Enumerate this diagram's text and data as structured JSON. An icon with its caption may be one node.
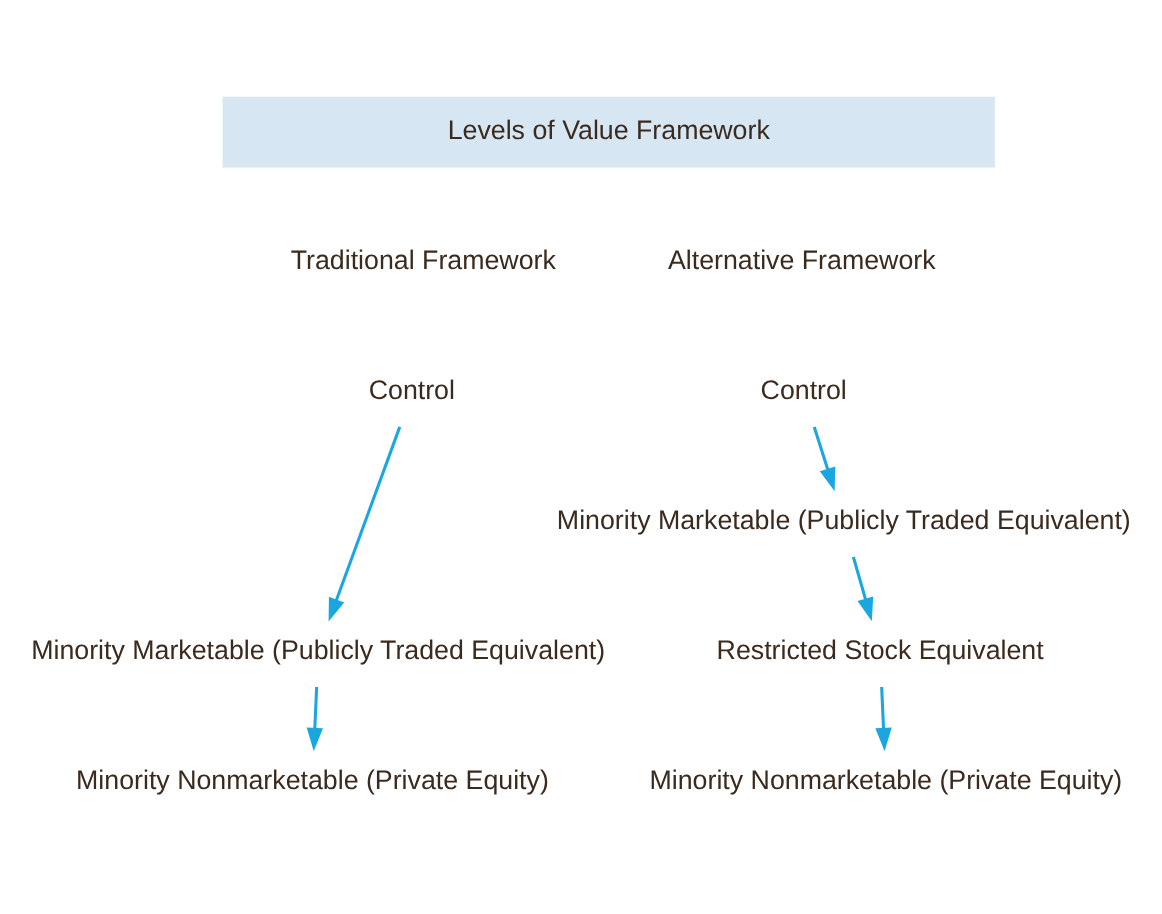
{
  "diagram": {
    "nodes": [
      {
        "text": [
          "Levels of Value Framework"
        ]
      },
      {
        "text": [
          "Control"
        ]
      },
      {
        "text": [
          "Minority Marketable (Publicly Traded Equivalent)"
        ]
      },
      {
        "text": [
          "Minority Nonmarketable (Private Equity)"
        ]
      },
      {
        "text": [
          "Control"
        ]
      },
      {
        "text": [
          "Minority Marketable (Publicly Traded Equivalent)"
        ]
      },
      {
        "text": [
          "Restricted Stock Equivalent"
        ]
      },
      {
        "text": [
          "Minority Nonmarketable (Private Equity)"
        ]
      }
    ],
    "edges": [
      {
        "from": 1,
        "to": 2,
        "arrow": "to"
      },
      {
        "from": 2,
        "to": 3,
        "arrow": "to"
      },
      {
        "from": 4,
        "to": 5,
        "arrow": "to"
      },
      {
        "from": 5,
        "to": 6,
        "arrow": "to"
      },
      {
        "from": 6,
        "to": 7,
        "arrow": "to"
      }
    ],
    "labels": [
      "Traditional Framework",
      "Alternative Framework"
    ]
  }
}
